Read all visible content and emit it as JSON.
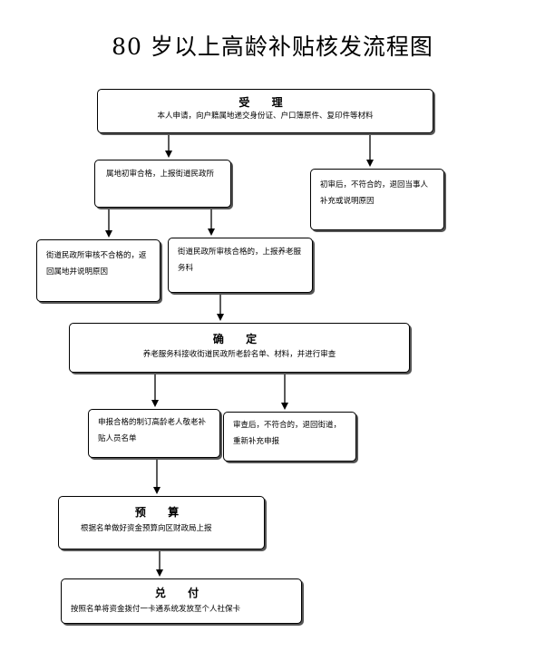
{
  "title": "80 岁以上高龄补贴核发流程图",
  "nodes": {
    "shouli": {
      "head": "受  理",
      "body": "本人申请，向户籍属地递交身份证、户口簿原件、复印件等材料"
    },
    "chushen_pass": {
      "body": "属地初审合格，上报街道民政所"
    },
    "chushen_fail": {
      "body": "初审后，不符合的，退回当事人补充或说明原因"
    },
    "jiedao_fail": {
      "body": "街道民政所审核不合格的，返回属地并说明原因"
    },
    "jiedao_pass": {
      "body": "街道民政所审核合格的，上报养老服务科"
    },
    "queding": {
      "head": "确  定",
      "body": "养老服务科接收街道民政所老龄名单、材料，并进行审查"
    },
    "shenbao_pass": {
      "body": "申报合格的制订高龄老人敬老补贴人员名单"
    },
    "shencha_fail": {
      "body": "审查后，不符合的，退回街道，重新补充申报"
    },
    "yusuan": {
      "head": "预  算",
      "body": "根据名单做好资金预算向区财政局上报"
    },
    "duifu": {
      "head": "兑  付",
      "body": "按照名单将资金拨付一卡通系统发放至个人社保卡"
    }
  }
}
